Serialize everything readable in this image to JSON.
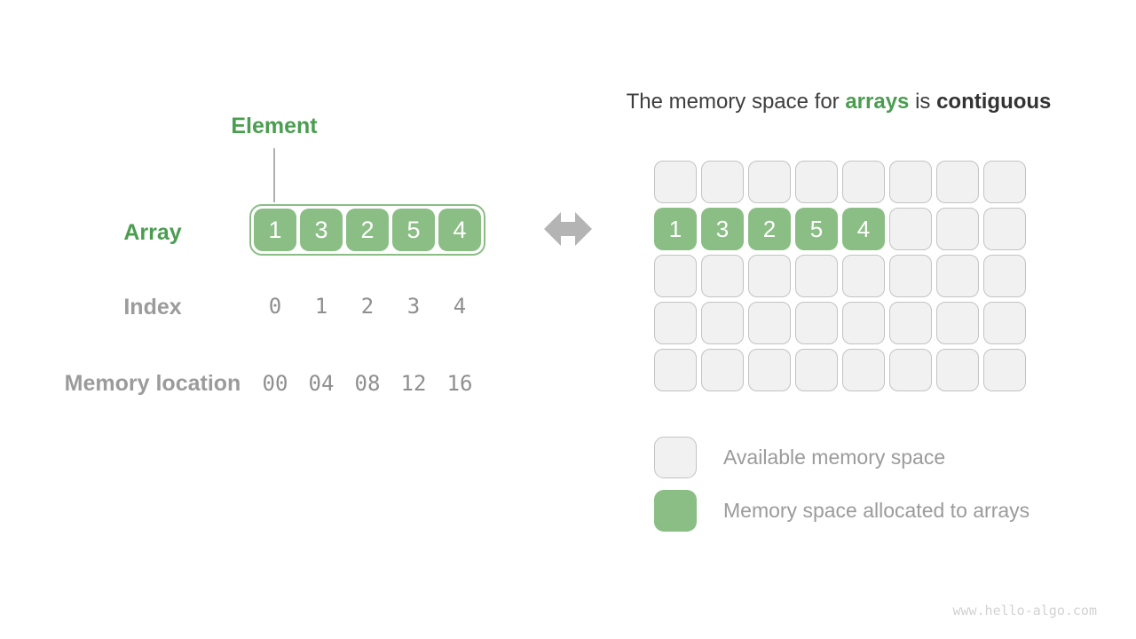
{
  "colors": {
    "green_text": "#4b9d50",
    "green_fill": "#8abe85",
    "gray_label": "#9b9b9b",
    "gray_number": "#8f8f8f",
    "dark_text": "#3e3e3e",
    "cell_bg": "#f1f1f1",
    "cell_border": "#c3c3c3",
    "arrow_gray": "#b4b4b4",
    "connector_gray": "#b0b0b0",
    "watermark_gray": "#d2d2d2"
  },
  "left": {
    "element_label": "Element",
    "array_label": "Array",
    "array_values": [
      "1",
      "3",
      "2",
      "5",
      "4"
    ],
    "index_label": "Index",
    "index_values": [
      "0",
      "1",
      "2",
      "3",
      "4"
    ],
    "memory_label": "Memory location",
    "memory_values": [
      "00",
      "04",
      "08",
      "12",
      "16"
    ]
  },
  "right": {
    "title": {
      "prefix": "The memory space for ",
      "highlight": "arrays",
      "middle": " is ",
      "emphasis": "contiguous"
    },
    "grid": {
      "rows": 5,
      "cols": 8,
      "allocated_row": 1,
      "allocated_values": [
        "1",
        "3",
        "2",
        "5",
        "4"
      ]
    },
    "legend": [
      {
        "label": "Available memory space"
      },
      {
        "label": "Memory space allocated to arrays"
      }
    ]
  },
  "footer": {
    "watermark": "www.hello-algo.com"
  }
}
